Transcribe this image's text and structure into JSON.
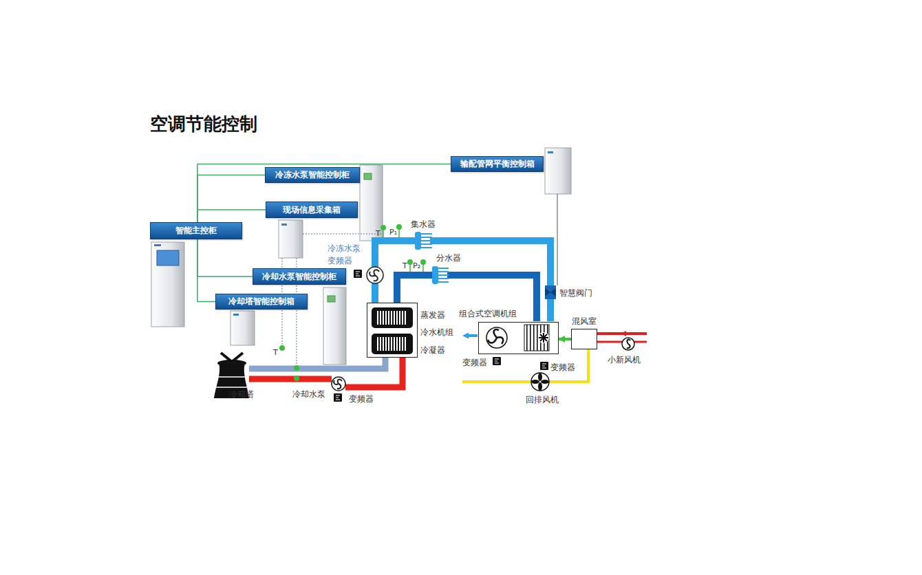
{
  "diagram": {
    "title": "空调节能控制",
    "nodes": [
      {
        "text": [
          "输配管网平衡控制箱"
        ]
      },
      {
        "text": [
          "冷冻水泵智能控制柜"
        ]
      },
      {
        "text": [
          "现场信息采集箱"
        ]
      },
      {
        "text": [
          "智能主控柜"
        ]
      },
      {
        "text": [
          "冷却水泵智能控制柜"
        ]
      },
      {
        "text": [
          "冷却塔智能控制箱"
        ]
      },
      {
        "text": [
          "蒸发器",
          "冷水机组",
          "冷凝器"
        ]
      },
      {
        "text": [
          "组合式空调机组"
        ]
      },
      {
        "text": [
          "混风室"
        ]
      }
    ],
    "edges": [
      {
        "from": 3,
        "to": 0,
        "arrow": "none"
      },
      {
        "from": 3,
        "to": 1,
        "arrow": "none"
      },
      {
        "from": 3,
        "to": 2,
        "arrow": "none"
      },
      {
        "from": 3,
        "to": 4,
        "arrow": "none"
      },
      {
        "from": 3,
        "to": 5,
        "arrow": "none"
      },
      {
        "from": 8,
        "to": 7,
        "arrow": "to"
      }
    ],
    "labels": [
      "集水器",
      "T",
      "P₁",
      "冷冻水泵",
      "变频器",
      "T",
      "P₂",
      "分水器",
      "智慧阀门",
      "变频器",
      "变频器",
      "小新风机",
      "T",
      "冷却塔",
      "冷却水泵",
      "变频器",
      "回排风机"
    ]
  }
}
